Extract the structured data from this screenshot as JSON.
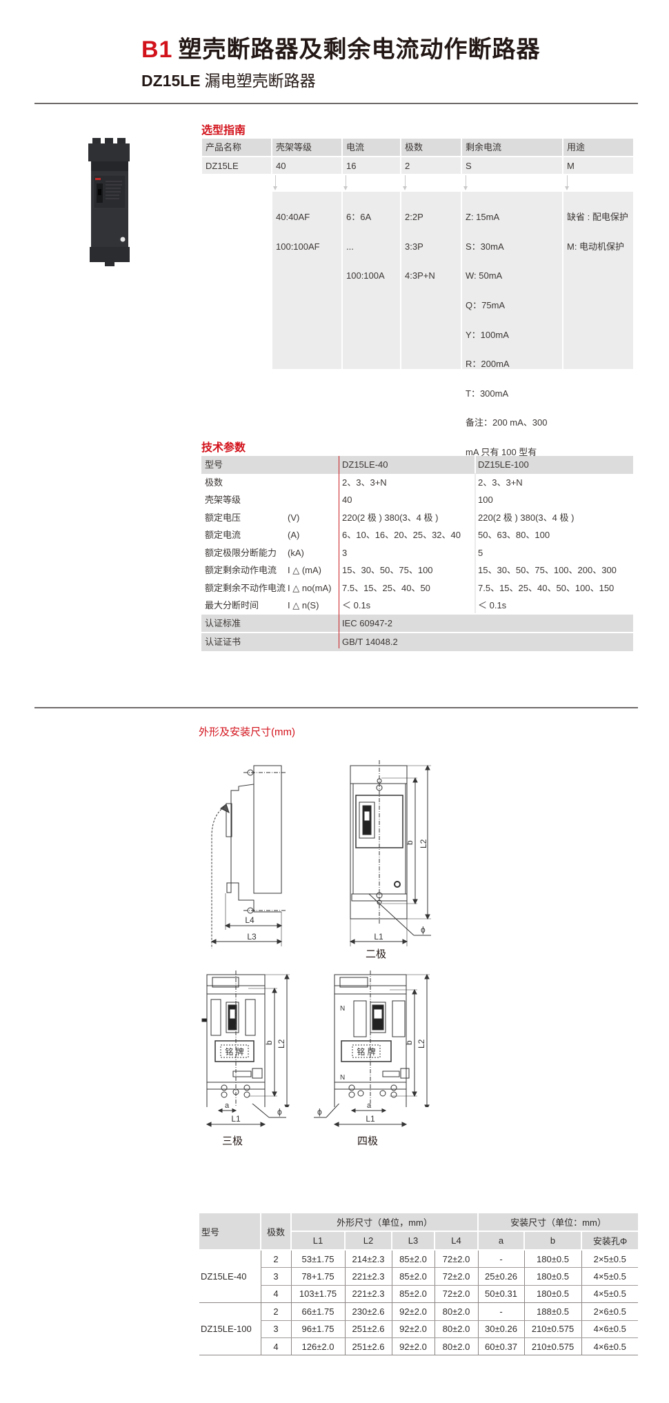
{
  "header": {
    "badge": "B1",
    "title": "塑壳断路器及剩余电流动作断路器",
    "model": "DZ15LE",
    "subtitle": "漏电塑壳断路器"
  },
  "selection_guide": {
    "title": "选型指南",
    "columns": [
      {
        "header": "产品名称",
        "example": "DZ15LE",
        "detail": null
      },
      {
        "header": "壳架等级",
        "example": "40",
        "detail": [
          "40:40AF",
          "100:100AF"
        ]
      },
      {
        "header": "电流",
        "example": "16",
        "detail": [
          "6：6A",
          "...",
          "100:100A"
        ]
      },
      {
        "header": "极数",
        "example": "2",
        "detail": [
          "2:2P",
          "3:3P",
          "4:3P+N"
        ]
      },
      {
        "header": "剩余电流",
        "example": "S",
        "detail": [
          "Z:  15mA",
          "S：30mA",
          "W: 50mA",
          "Q：75mA",
          "Y：100mA",
          "R：200mA",
          "T：300mA",
          "备注：200 mA、300",
          "mA 只有 100 型有"
        ]
      },
      {
        "header": "用途",
        "example": "M",
        "detail": [
          "缺省 : 配电保护",
          "M: 电动机保护"
        ]
      }
    ]
  },
  "tech_params": {
    "title": "技术参数",
    "header": {
      "label": "型号",
      "col1": "DZ15LE-40",
      "col2": "DZ15LE-100"
    },
    "rows": [
      {
        "label": "极数",
        "unit": "",
        "v40": "2、3、3+N",
        "v100": "2、3、3+N"
      },
      {
        "label": "壳架等级",
        "unit": "",
        "v40": "40",
        "v100": "100"
      },
      {
        "label": "额定电压",
        "unit": "(V)",
        "v40": "220(2 极 ) 380(3、4 极 )",
        "v100": "220(2 极 ) 380(3、4 极 )"
      },
      {
        "label": "额定电流",
        "unit": "(A)",
        "v40": "6、10、16、20、25、32、40",
        "v100": "50、63、80、100"
      },
      {
        "label": "额定极限分断能力",
        "unit": "(kA)",
        "v40": "3",
        "v100": "5"
      },
      {
        "label": "额定剩余动作电流",
        "unit": "I △ (mA)",
        "v40": "15、30、50、75、100",
        "v100": "15、30、50、75、100、200、300"
      },
      {
        "label": "额定剩余不动作电流",
        "unit": "I △ no(mA)",
        "v40": "7.5、15、25、40、50",
        "v100": "7.5、15、25、40、50、100、150"
      },
      {
        "label": "最大分断时间",
        "unit": "I △ n(S)",
        "v40": "＜ 0.1s",
        "v100": "＜ 0.1s"
      }
    ],
    "cert_rows": [
      {
        "label": "认证标准",
        "value": "IEC 60947-2"
      },
      {
        "label": "认证证书",
        "value": "GB/T 14048.2"
      }
    ]
  },
  "dimensions": {
    "title": "外形及安装尺寸(mm)",
    "drawings": {
      "two_pole": "二极",
      "three_pole": "三极",
      "four_pole": "四极",
      "labels": {
        "L1": "L1",
        "L2": "L2",
        "L3": "L3",
        "L4": "L4",
        "a": "a",
        "b": "b",
        "phi": "ϕ",
        "nameplate": "铭 牌",
        "N": "N"
      }
    },
    "table": {
      "head_model": "型号",
      "head_poles": "极数",
      "group_outline": "外形尺寸（单位，mm）",
      "group_mount": "安装尺寸（单位：mm）",
      "cols": [
        "L1",
        "L2",
        "L3",
        "L4",
        "a",
        "b",
        "安装孔Φ"
      ],
      "groups": [
        {
          "model": "DZ15LE-40",
          "rows": [
            {
              "poles": "2",
              "L1": "53±1.75",
              "L2": "214±2.3",
              "L3": "85±2.0",
              "L4": "72±2.0",
              "a": "-",
              "b": "180±0.5",
              "hole": "2×5±0.5"
            },
            {
              "poles": "3",
              "L1": "78+1.75",
              "L2": "221±2.3",
              "L3": "85±2.0",
              "L4": "72±2.0",
              "a": "25±0.26",
              "b": "180±0.5",
              "hole": "4×5±0.5"
            },
            {
              "poles": "4",
              "L1": "103±1.75",
              "L2": "221±2.3",
              "L3": "85±2.0",
              "L4": "72±2.0",
              "a": "50±0.31",
              "b": "180±0.5",
              "hole": "4×5±0.5"
            }
          ]
        },
        {
          "model": "DZ15LE-100",
          "rows": [
            {
              "poles": "2",
              "L1": "66±1.75",
              "L2": "230±2.6",
              "L3": "92±2.0",
              "L4": "80±2.0",
              "a": "-",
              "b": "188±0.5",
              "hole": "2×6±0.5"
            },
            {
              "poles": "3",
              "L1": "96±1.75",
              "L2": "251±2.6",
              "L3": "92±2.0",
              "L4": "80±2.0",
              "a": "30±0.26",
              "b": "210±0.575",
              "hole": "4×6±0.5"
            },
            {
              "poles": "4",
              "L1": "126±2.0",
              "L2": "251±2.6",
              "L3": "92±2.0",
              "L4": "80±2.0",
              "a": "60±0.37",
              "b": "210±0.575",
              "hole": "4×6±0.5"
            }
          ]
        }
      ]
    }
  },
  "colors": {
    "accent_red": "#d2121b",
    "header_gray": "#dcdcdc",
    "cell_gray": "#ececec",
    "rule": "#6e6a69"
  }
}
